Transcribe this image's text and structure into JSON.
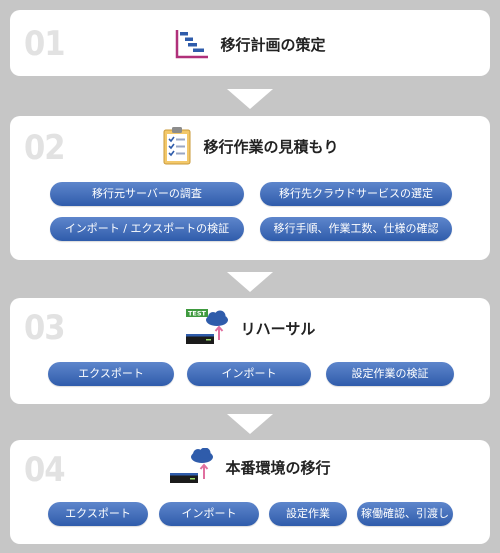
{
  "steps": [
    {
      "number": "01",
      "title": "移行計画の策定",
      "icon": "gantt-chart-icon",
      "tasks": []
    },
    {
      "number": "02",
      "title": "移行作業の見積もり",
      "icon": "clipboard-checklist-icon",
      "tasks": [
        "移行元サーバーの調査",
        "移行先クラウドサービスの選定",
        "インポート / エクスポートの検証",
        "移行手順、作業工数、仕様の確認"
      ]
    },
    {
      "number": "03",
      "title": "リハーサル",
      "icon": "test-server-cloud-icon",
      "icon_badge": "TEST",
      "tasks": [
        "エクスポート",
        "インポート",
        "設定作業の検証"
      ]
    },
    {
      "number": "04",
      "title": "本番環境の移行",
      "icon": "server-cloud-migration-icon",
      "tasks": [
        "エクスポート",
        "インポート",
        "設定作業",
        "稼働確認、引渡し"
      ]
    }
  ],
  "colors": {
    "background": "#c6c6c6",
    "card": "#ffffff",
    "step_number": "#e2e2e2",
    "pill": "#3b66b3",
    "accent_magenta": "#b0307a",
    "accent_blue": "#2f5cab"
  }
}
